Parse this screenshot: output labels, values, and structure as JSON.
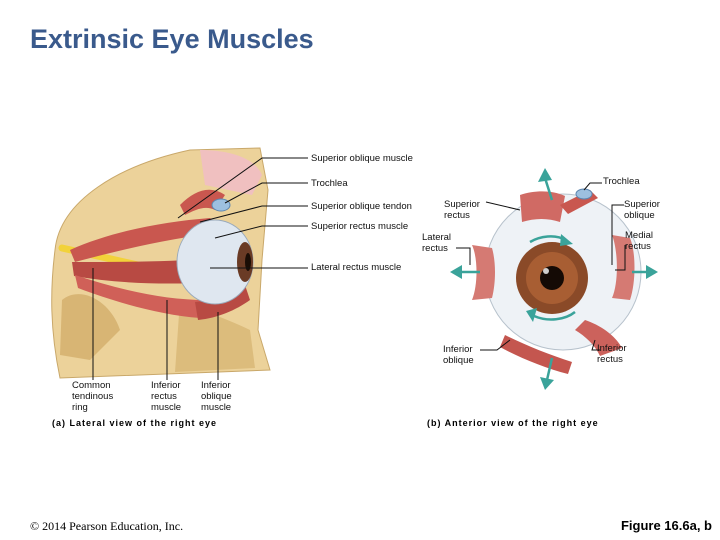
{
  "title": "Extrinsic Eye Muscles",
  "lateral": {
    "labels": {
      "superior_oblique_muscle": "Superior oblique muscle",
      "trochlea": "Trochlea",
      "superior_oblique_tendon": "Superior oblique tendon",
      "superior_rectus_muscle": "Superior rectus muscle",
      "lateral_rectus_muscle": "Lateral rectus muscle",
      "common_tendinous_ring": [
        "Common",
        "tendinous",
        "ring"
      ],
      "inferior_rectus_muscle": [
        "Inferior",
        "rectus",
        "muscle"
      ],
      "inferior_oblique_muscle": [
        "Inferior",
        "oblique",
        "muscle"
      ]
    },
    "caption": "(a) Lateral view of the right eye"
  },
  "anterior": {
    "labels": {
      "trochlea": "Trochlea",
      "superior_rectus": [
        "Superior",
        "rectus"
      ],
      "superior_oblique": [
        "Superior",
        "oblique"
      ],
      "lateral_rectus": [
        "Lateral",
        "rectus"
      ],
      "medial_rectus": [
        "Medial",
        "rectus"
      ],
      "inferior_oblique": [
        "Inferior",
        "oblique"
      ],
      "inferior_rectus": [
        "Inferior",
        "rectus"
      ]
    },
    "caption": "(b) Anterior view of the right eye"
  },
  "footer": {
    "copyright": "© 2014 Pearson Education, Inc.",
    "figure": "Figure 16.6a, b"
  },
  "colors": {
    "title": "#3a5a8c",
    "arrow": "#3aa39a",
    "muscle": "#c9574f",
    "bone": "#e8c98a"
  }
}
